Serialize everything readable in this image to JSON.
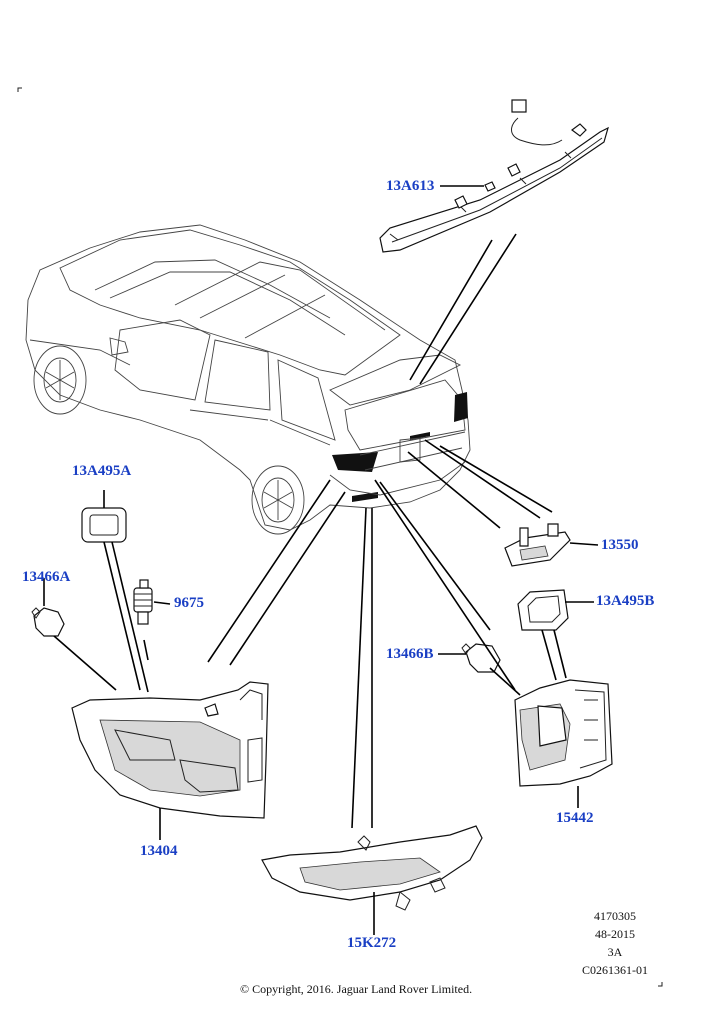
{
  "parts": {
    "p13A613": "13A613",
    "p13A495A": "13A495A",
    "p13466A": "13466A",
    "p9675": "9675",
    "p13550": "13550",
    "p13A495B": "13A495B",
    "p13466B": "13466B",
    "p15442": "15442",
    "p13404": "13404",
    "p15K272": "15K272"
  },
  "reference": {
    "line1": "4170305",
    "line2": "48-2015",
    "line3": "3A",
    "line4": "C0261361-01"
  },
  "footer": {
    "copyright": "© Copyright, 2016. Jaguar Land Rover Limited."
  },
  "colors": {
    "label": "#1a3fc4",
    "line": "#000000"
  }
}
